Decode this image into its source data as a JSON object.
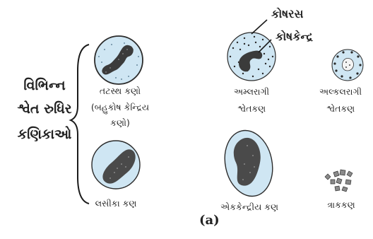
{
  "diagram": {
    "title_lines": [
      "વિભિન્ન",
      "શ્વેત રુધિર",
      "કણિકાઓ"
    ],
    "cells": [
      {
        "id": "neutrophil",
        "label_lines": [
          "તટસ્થ કણો",
          "(બહુકોષ કેન્દ્રિય",
          "કણો)"
        ]
      },
      {
        "id": "eosinophil",
        "label_lines": [
          "અમ્લરાગી",
          "શ્વેતકણ"
        ]
      },
      {
        "id": "basophil",
        "label_lines": [
          "અલ્કલરાગી",
          "શ્વેતકણ"
        ]
      },
      {
        "id": "lymphocyte",
        "label_lines": [
          "લસીકા કણ"
        ]
      },
      {
        "id": "monocyte",
        "label_lines": [
          "એકકેન્દ્રીય કણ"
        ]
      },
      {
        "id": "platelets",
        "label_lines": [
          "ત્રાકકણ"
        ]
      }
    ],
    "callouts": {
      "cytoplasm": "કોષરસ",
      "nucleus": "કોષકેન્દ્ર"
    },
    "caption": "(a)"
  },
  "colors": {
    "cell_fill": "#cfe6f3",
    "cell_outline": "#2b2b2b",
    "nucleus_fill": "#3b3b3b",
    "granule": "#2a2a2a"
  }
}
